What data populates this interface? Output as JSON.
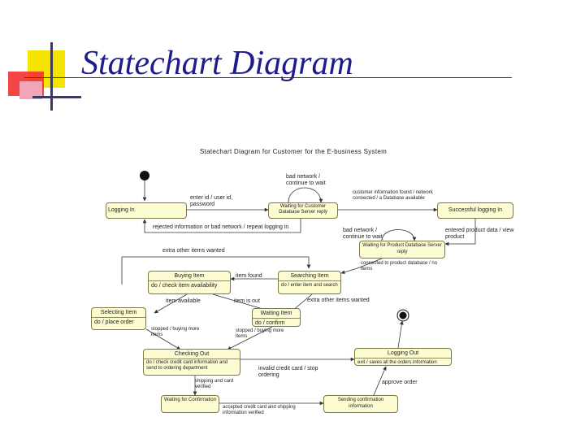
{
  "slide": {
    "title": "Statechart Diagram"
  },
  "diagram": {
    "title": "Statechart Diagram for Customer for the E-business System",
    "states": {
      "logging_in": "Logging In",
      "waiting_customer": "Waiting for Customer Database Server reply",
      "successful_logging": "Successful logging In",
      "waiting_product": "Waiting for Product Database Server reply",
      "buying_item": "Buying Item",
      "buying_item_do": "do / check item availability",
      "searching_item": "Searching Item",
      "searching_item_do": "do / enter item and search",
      "selecting_item": "Selecting Item",
      "selecting_item_do": "do / place order",
      "waiting_item": "Waiting Item",
      "waiting_item_do": "do / confirm",
      "checking_out": "Checking Out",
      "checking_out_do": "do / check credit card information and send to ordering department",
      "logging_out": "Logging Out",
      "logging_out_do": "exit / saves all the orders information",
      "waiting_confirmation": "Waiting for Confirmation",
      "sending_confirmation": "Sending confirmation information"
    },
    "transitions": {
      "bad_network_1": "bad network / continue to wait",
      "enter_id": "enter id / user id, password",
      "customer_info": "customer information found / network connected / a Database available",
      "rejected": "rejected information or bad network / repeat logging in",
      "bad_network_2": "bad network / continue to wait",
      "entered_product": "entered product data / view product",
      "connected_product": "connected to product database / no items",
      "extra_items_1": "extra other items wanted",
      "item_found": "item found",
      "item_available": "item available",
      "item_is_out": "item is out",
      "extra_items_2": "extra other items wanted",
      "stopped_1": "stopped / buying more items",
      "stopped_2": "stopped / buying more items",
      "invalid_credit": "invalid credit card / stop ordering",
      "shipping": "shipping and card verified",
      "approve_order": "approve order",
      "accepted_credit": "accepted credit card and shipping information verified"
    }
  }
}
